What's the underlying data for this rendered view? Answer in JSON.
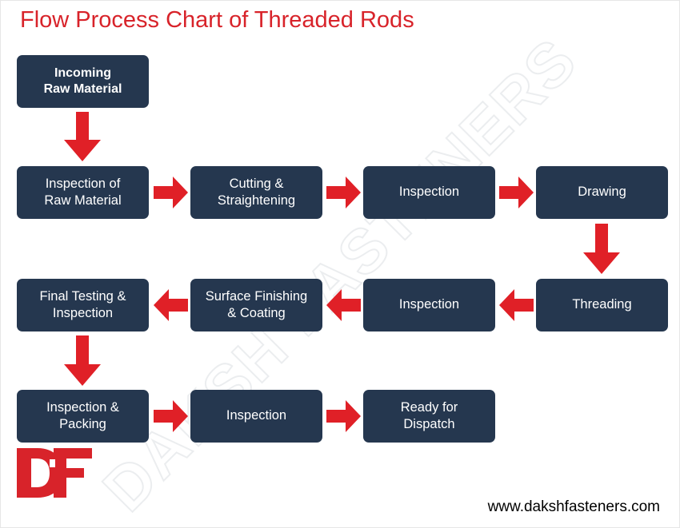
{
  "page": {
    "title": "Flow Process Chart of Threaded Rods",
    "title_color": "#d8232a",
    "background_color": "#ffffff",
    "watermark_text": "DAKSH FASTENERS"
  },
  "theme": {
    "node_fill": "#25374f",
    "node_text": "#ffffff",
    "arrow_color": "#e02027",
    "brand_red": "#d8232a"
  },
  "logo": {
    "name": "daksh-fasteners-df-monogram",
    "letters": "DF",
    "color": "#d8232a"
  },
  "footer": {
    "website": "www.dakshfasteners.com"
  },
  "chart_data": {
    "type": "flowchart",
    "title": "Flow Process Chart of Threaded Rods",
    "nodes": [
      {
        "id": "n1",
        "label": "Incoming\nRaw Material",
        "row": 0,
        "col": 0,
        "bold": true
      },
      {
        "id": "n2",
        "label": "Inspection of\nRaw Material",
        "row": 1,
        "col": 0,
        "bold": false
      },
      {
        "id": "n3",
        "label": "Cutting &\nStraightening",
        "row": 1,
        "col": 1,
        "bold": false
      },
      {
        "id": "n4",
        "label": "Inspection",
        "row": 1,
        "col": 2,
        "bold": false
      },
      {
        "id": "n5",
        "label": "Drawing",
        "row": 1,
        "col": 3,
        "bold": false
      },
      {
        "id": "n6",
        "label": "Threading",
        "row": 2,
        "col": 3,
        "bold": false
      },
      {
        "id": "n7",
        "label": "Inspection",
        "row": 2,
        "col": 2,
        "bold": false
      },
      {
        "id": "n8",
        "label": "Surface Finishing\n& Coating",
        "row": 2,
        "col": 1,
        "bold": false
      },
      {
        "id": "n9",
        "label": "Final Testing &\nInspection",
        "row": 2,
        "col": 0,
        "bold": false
      },
      {
        "id": "n10",
        "label": "Inspection &\nPacking",
        "row": 3,
        "col": 0,
        "bold": false
      },
      {
        "id": "n11",
        "label": "Inspection",
        "row": 3,
        "col": 1,
        "bold": false
      },
      {
        "id": "n12",
        "label": "Ready for\nDispatch",
        "row": 3,
        "col": 2,
        "bold": false
      }
    ],
    "edges": [
      {
        "from": "n1",
        "to": "n2",
        "direction": "down"
      },
      {
        "from": "n2",
        "to": "n3",
        "direction": "right"
      },
      {
        "from": "n3",
        "to": "n4",
        "direction": "right"
      },
      {
        "from": "n4",
        "to": "n5",
        "direction": "right"
      },
      {
        "from": "n5",
        "to": "n6",
        "direction": "down"
      },
      {
        "from": "n6",
        "to": "n7",
        "direction": "left"
      },
      {
        "from": "n7",
        "to": "n8",
        "direction": "left"
      },
      {
        "from": "n8",
        "to": "n9",
        "direction": "left"
      },
      {
        "from": "n9",
        "to": "n10",
        "direction": "down"
      },
      {
        "from": "n10",
        "to": "n11",
        "direction": "right"
      },
      {
        "from": "n11",
        "to": "n12",
        "direction": "right"
      }
    ]
  }
}
